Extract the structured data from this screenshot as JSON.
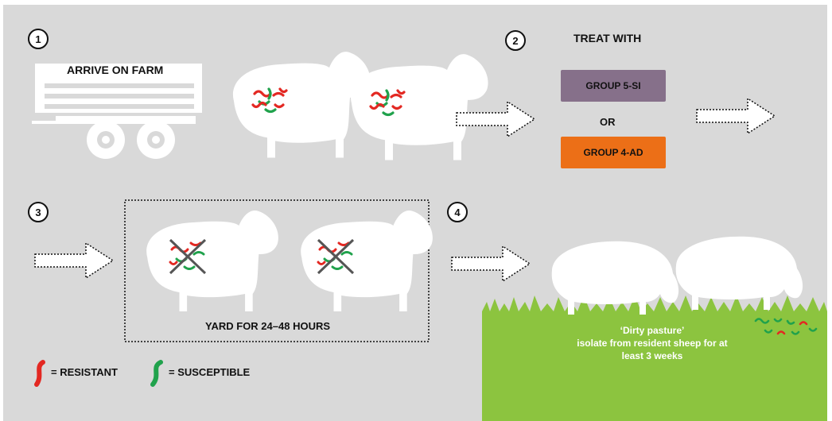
{
  "steps": {
    "step1": {
      "number": "1",
      "label": "ARRIVE ON FARM"
    },
    "step2": {
      "number": "2",
      "label": "TREAT WITH",
      "option_a": "GROUP 5-SI",
      "or": "OR",
      "option_b": "GROUP 4-AD"
    },
    "step3": {
      "number": "3",
      "label": "YARD FOR 24–48 HOURS"
    },
    "step4": {
      "number": "4",
      "note_title": "‘Dirty pasture’",
      "note_body": "isolate from resident sheep for at least 3 weeks"
    }
  },
  "legend": {
    "resistant": "= RESISTANT",
    "susceptible": "= SUSCEPTIBLE"
  },
  "colors": {
    "background": "#d9d9d9",
    "page": "#ffffff",
    "pasture": "#8cc43f",
    "resistant_worm": "#e32822",
    "susceptible_worm": "#20a24c",
    "group_5si": "#86708a",
    "group_4ad": "#ec6f17"
  },
  "icons": [
    "trailer-icon",
    "sheep-icon",
    "worm-icon",
    "cross-icon",
    "dotted-arrow-icon",
    "grass-icon"
  ]
}
